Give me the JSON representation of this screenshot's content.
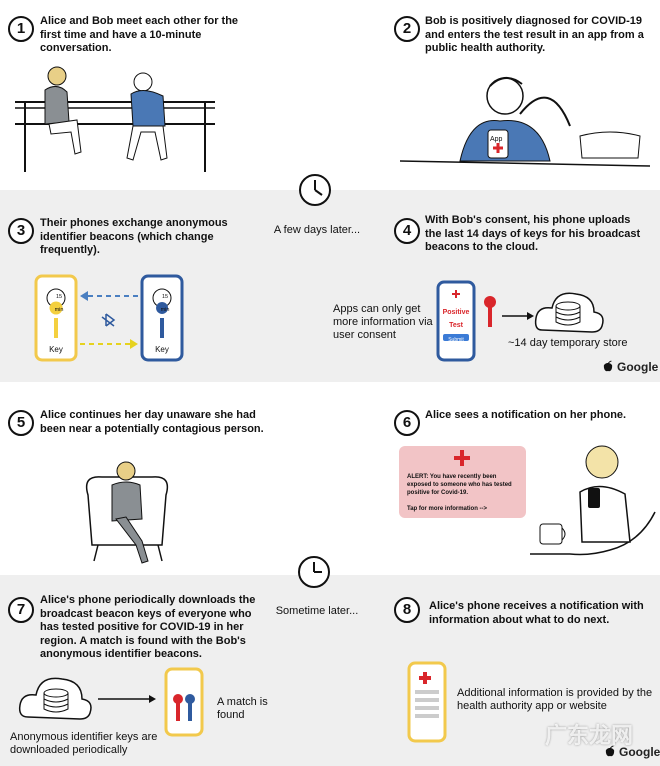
{
  "steps": [
    {
      "number": "1",
      "text": "Alice and Bob meet each other for the first time and have a 10-minute conversation."
    },
    {
      "number": "2",
      "text": "Bob is positively diagnosed for COVID-19 and enters the test result in an app from a public health authority."
    },
    {
      "number": "3",
      "text": "Their phones exchange anonymous identifier beacons (which change frequently)."
    },
    {
      "number": "4",
      "text": "With Bob's consent, his phone uploads the last 14 days of keys for his broadcast beacons to the cloud."
    },
    {
      "number": "5",
      "text": "Alice continues her day unaware she had been near a potentially contagious person."
    },
    {
      "number": "6",
      "text": "Alice sees a notification on her phone."
    },
    {
      "number": "7",
      "text": "Alice's phone periodically downloads the broadcast beacon keys of everyone who has tested positive for COVID-19 in her region. A match is found with the Bob's anonymous identifier beacons."
    },
    {
      "number": "8",
      "text": "Alice's phone receives a notification with information about what to do next."
    }
  ],
  "time_labels": {
    "few_days": "A few days later...",
    "sometime": "Sometime later..."
  },
  "step2": {
    "app_label": "App"
  },
  "step3": {
    "timer_left": "15\nmin",
    "timer_right": "15\nmin",
    "key_left": "Key",
    "key_right": "Key"
  },
  "step4": {
    "apps_note": "Apps can only get more information via user consent",
    "phone_title": "Positive Test",
    "submit": "Submit",
    "store_caption": "~14 day temporary store"
  },
  "step6": {
    "alert_bold": "ALERT: You have recently been exposed to someone who has tested positive for Covid-19.",
    "tap": "Tap for more information -->"
  },
  "step7": {
    "match": "A match is found",
    "downloaded": "Anonymous identifier keys are downloaded periodically"
  },
  "step8": {
    "additional": "Additional information is provided by the health authority app or website"
  },
  "branding": {
    "google": "Google",
    "watermark": "广东龙网"
  },
  "colors": {
    "gray_band": "#efefef",
    "phone_yellow": "#f2c94c",
    "phone_blue": "#2f5a9e",
    "red": "#d9262b",
    "alert_bg": "#f2c4c6",
    "key_yellow": "#f4d03f",
    "key_blue": "#2f5a9e",
    "arrow_blue": "#4a7fc1",
    "arrow_yellow": "#e6d21f"
  },
  "icons": [
    "clock-icon",
    "bluetooth-icon",
    "cloud-database-icon",
    "apple-icon",
    "key-icon",
    "red-cross-icon"
  ]
}
